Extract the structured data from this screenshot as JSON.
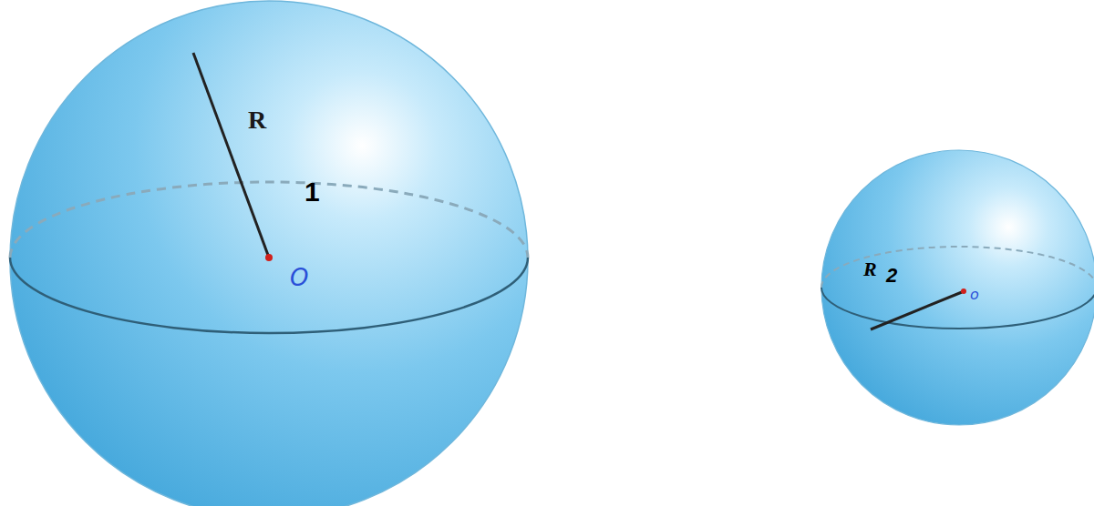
{
  "diagram": {
    "labels": [
      "R",
      "1",
      "O",
      "R",
      "2",
      "o"
    ]
  }
}
